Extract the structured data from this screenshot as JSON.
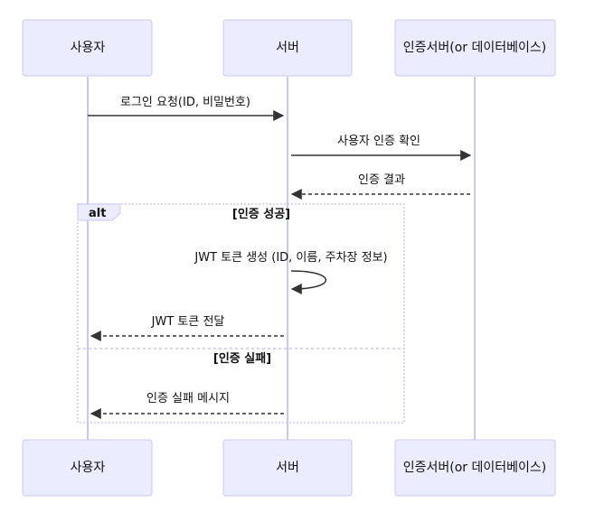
{
  "actors": [
    {
      "id": "user",
      "label": "사용자"
    },
    {
      "id": "server",
      "label": "서버"
    },
    {
      "id": "auth",
      "label": "인증서버(or 데이터베이스)"
    }
  ],
  "messages": [
    {
      "from": "user",
      "to": "server",
      "text": "로그인 요청(ID, 비밀번호)",
      "style": "solid"
    },
    {
      "from": "server",
      "to": "auth",
      "text": "사용자 인증 확인",
      "style": "solid"
    },
    {
      "from": "auth",
      "to": "server",
      "text": "인증 결과",
      "style": "dashed"
    },
    {
      "from": "server",
      "to": "server",
      "text": "JWT 토큰 생성 (ID, 이름, 주차장 정보)",
      "style": "solid"
    },
    {
      "from": "server",
      "to": "user",
      "text": "JWT 토큰 전달",
      "style": "dashed"
    },
    {
      "from": "server",
      "to": "user",
      "text": "인증 실패 메시지",
      "style": "dashed"
    }
  ],
  "alt_block": {
    "tag": "alt",
    "conditions": [
      "[인증 성공]",
      "[인증 실패]"
    ]
  },
  "colors": {
    "actor_fill": "#ECECFF",
    "actor_border": "#c8c8f5",
    "line": "#333333"
  }
}
